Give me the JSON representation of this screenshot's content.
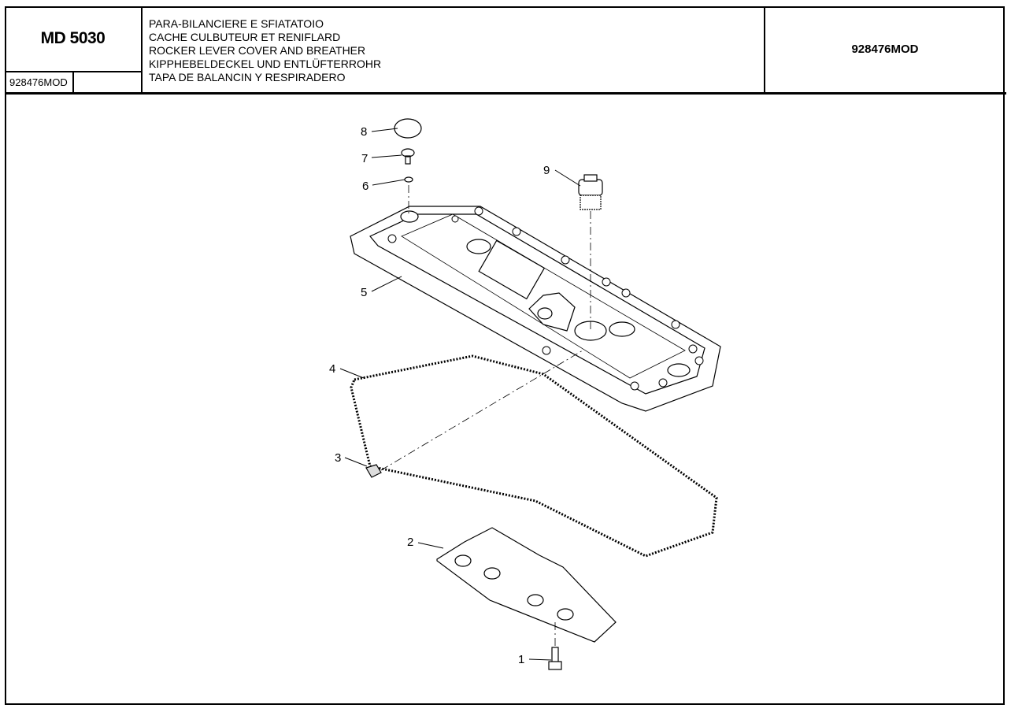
{
  "header": {
    "model": "MD 5030",
    "drawing_code": "928476MOD",
    "titles": [
      "PARA-BILANCIERE E SFIATATOIO",
      "CACHE CULBUTEUR ET RENIFLARD",
      "ROCKER LEVER COVER AND BREATHER",
      "KIPPHEBELDECKEL UND ENTLÜFTERROHR",
      "TAPA DE BALANCIN Y RESPIRADERO"
    ],
    "reference": "928476MOD"
  },
  "callouts": [
    "1",
    "2",
    "3",
    "4",
    "5",
    "6",
    "7",
    "8",
    "9"
  ]
}
